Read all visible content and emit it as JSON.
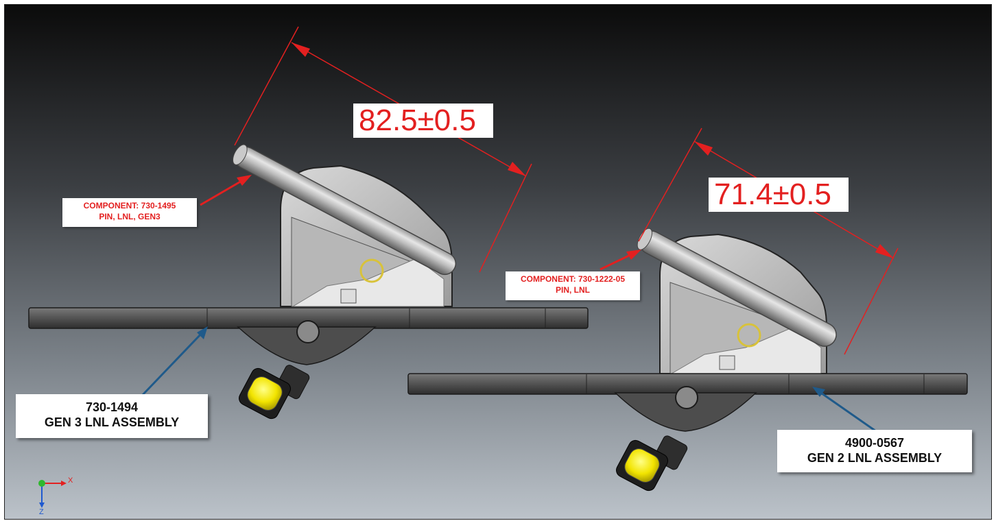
{
  "dimensions": {
    "gen3_length": "82.5±0.5",
    "gen2_length": "71.4±0.5"
  },
  "callouts": {
    "gen3_pin": {
      "line1": "COMPONENT: 730-1495",
      "line2": "PIN, LNL, GEN3"
    },
    "gen2_pin": {
      "line1": "COMPONENT: 730-1222-05",
      "line2": "PIN, LNL"
    },
    "gen3_assembly": {
      "part_number": "730-1494",
      "name": "GEN 3 LNL ASSEMBLY"
    },
    "gen2_assembly": {
      "part_number": "4900-0567",
      "name": "GEN 2 LNL ASSEMBLY"
    }
  },
  "triad": {
    "x_label": "X",
    "z_label": "Z"
  },
  "colors": {
    "dimension_red": "#e32020",
    "leader_blue": "#1f5a8a",
    "background_top": "#0b0b0b",
    "background_bottom": "#bcc3ca"
  }
}
